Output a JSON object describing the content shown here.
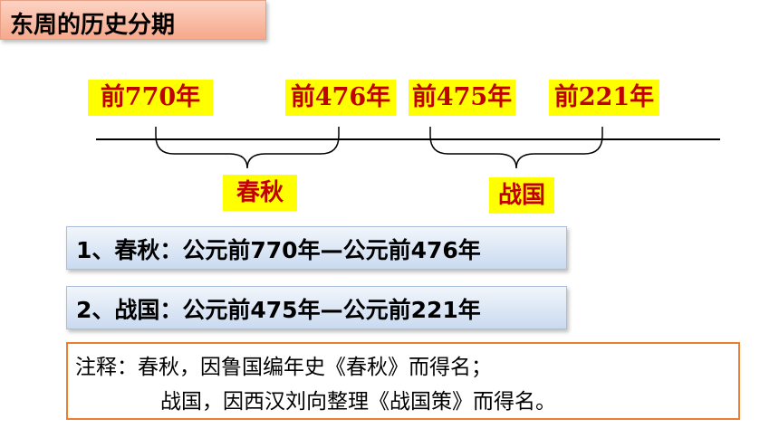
{
  "title": "东周的历史分期",
  "timeline": {
    "years": [
      "前770年",
      "前476年",
      "前475年",
      "前221年"
    ],
    "periods": [
      "春秋",
      "战国"
    ]
  },
  "periods": [
    "1、春秋：公元前770年—公元前476年",
    "2、战国：公元前475年—公元前221年"
  ],
  "note": {
    "line1": "注释：春秋，因鲁国编年史《春秋》而得名；",
    "line2": "战国，因西汉刘向整理《战国策》而得名。"
  },
  "colors": {
    "label_bg": "#ffff00",
    "label_text": "#c00000",
    "note_border": "#ed7d31"
  }
}
